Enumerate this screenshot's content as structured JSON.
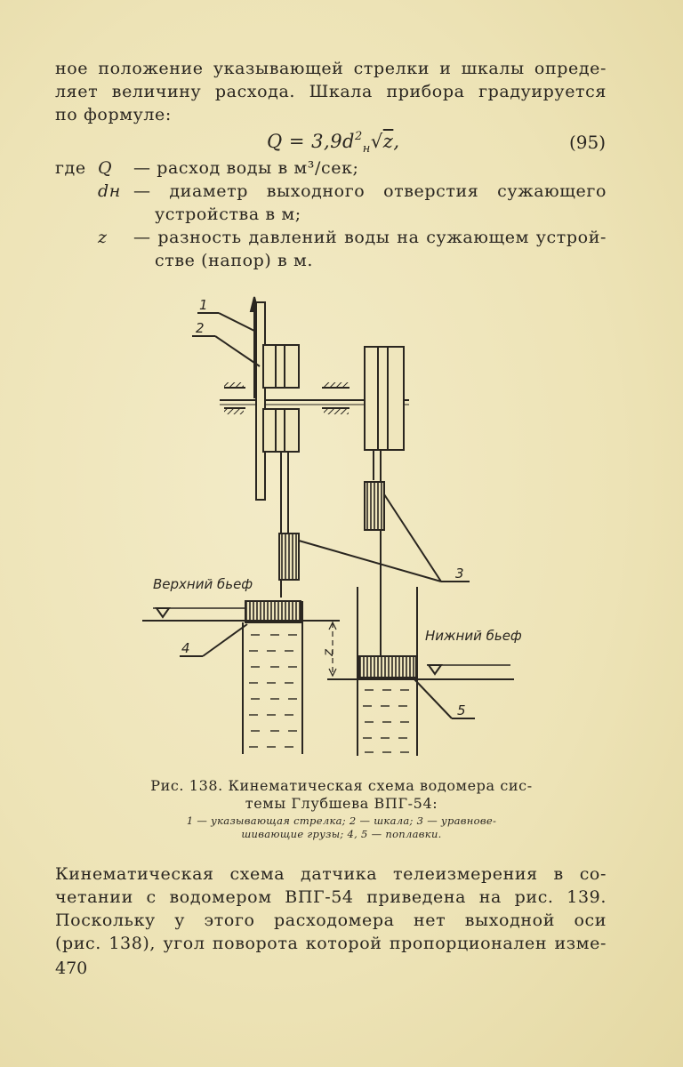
{
  "intro_paragraph": {
    "lines": [
      "ное положение указывающей стрелки и шкалы опреде-",
      "ляет величину расхода. Шкала прибора градуируется",
      "по формуле:"
    ]
  },
  "formula": {
    "lhs": "Q = 3,9d",
    "sup": "2",
    "sub": "н",
    "rad": "√",
    "z": "z",
    "tail": ",",
    "number": "(95)"
  },
  "definitions": {
    "lead": "где",
    "items": [
      {
        "symbol": "Q",
        "text": "— расход воды в м³/сек;"
      },
      {
        "symbol": "dн",
        "text": "— диаметр выходного отверстия сужающего",
        "continuation": "устройства в м;"
      },
      {
        "symbol": "z",
        "text": "— разность давлений воды на сужающем устрой-",
        "continuation": "стве (напор) в м."
      }
    ]
  },
  "figure": {
    "labels": {
      "n1": "1",
      "n2": "2",
      "n3": "3",
      "n4": "4",
      "n5": "5",
      "upper_pool": "Верхний бьеф",
      "lower_pool": "Нижний бьеф",
      "z": "z"
    },
    "caption_line1": "Рис. 138. Кинематическая схема водомера сис-",
    "caption_line2": "темы Глубшева ВПГ-54:",
    "legend_line1": "1 — указывающая стрелка; 2 — шкала; 3 — уравнове-",
    "legend_line2": "шивающие грузы; 4, 5 — поплавки."
  },
  "closing_paragraph": {
    "lines": [
      "Кинематическая схема датчика телеизмерения в со-",
      "четании с водомером ВПГ-54 приведена на рис. 139.",
      "Поскольку у этого расходомера нет выходной оси",
      "(рис. 138), угол поворота которой пропорционален изме-"
    ]
  },
  "page_number": "470"
}
